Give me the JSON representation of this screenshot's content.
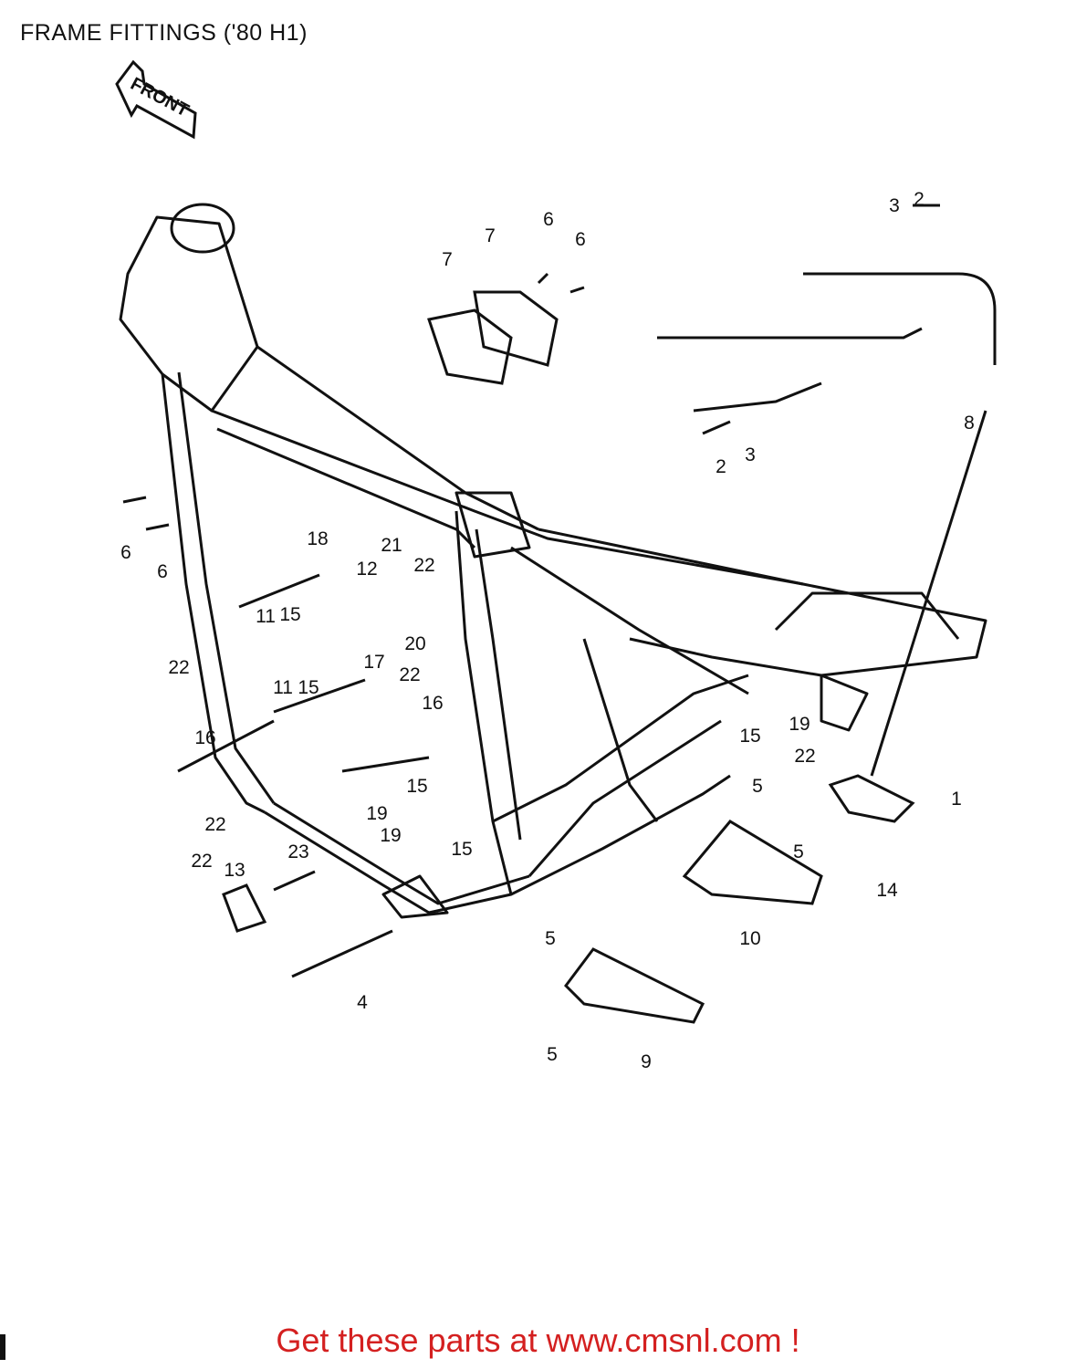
{
  "title": "FRAME FITTINGS ('80 H1)",
  "front_label": "FRONT",
  "footer": {
    "text": "Get these parts at www.cmsnl.com !"
  },
  "callouts": [
    "1",
    "2",
    "2",
    "3",
    "3",
    "4",
    "5",
    "5",
    "5",
    "5",
    "6",
    "6",
    "6",
    "6",
    "7",
    "7",
    "8",
    "9",
    "10",
    "11",
    "11",
    "12",
    "13",
    "14",
    "15",
    "15",
    "15",
    "15",
    "15",
    "16",
    "16",
    "17",
    "18",
    "19",
    "19",
    "19",
    "20",
    "21",
    "22",
    "22",
    "22",
    "22",
    "22",
    "22",
    "23"
  ]
}
